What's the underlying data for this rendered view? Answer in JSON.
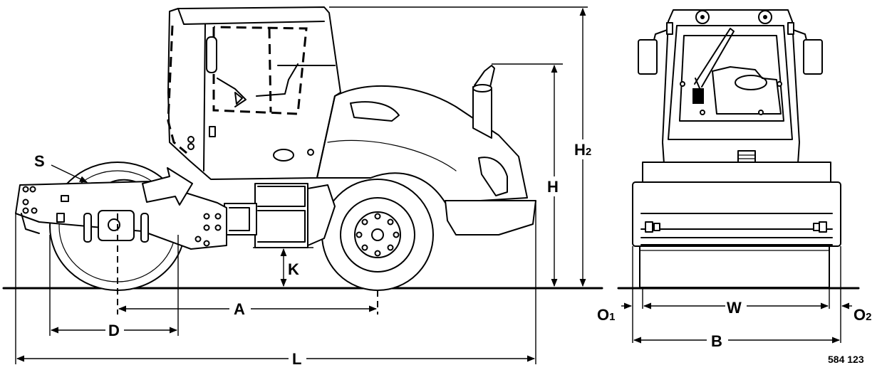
{
  "dimensions": {
    "S": "S",
    "A": "A",
    "D": "D",
    "L": "L",
    "K": "K",
    "H": "H",
    "H2_base": "H",
    "H2_sub": "2",
    "W": "W",
    "B": "B",
    "O1_base": "O",
    "O1_sub": "1",
    "O2_base": "O",
    "O2_sub": "2"
  },
  "figure_code": "584 123"
}
